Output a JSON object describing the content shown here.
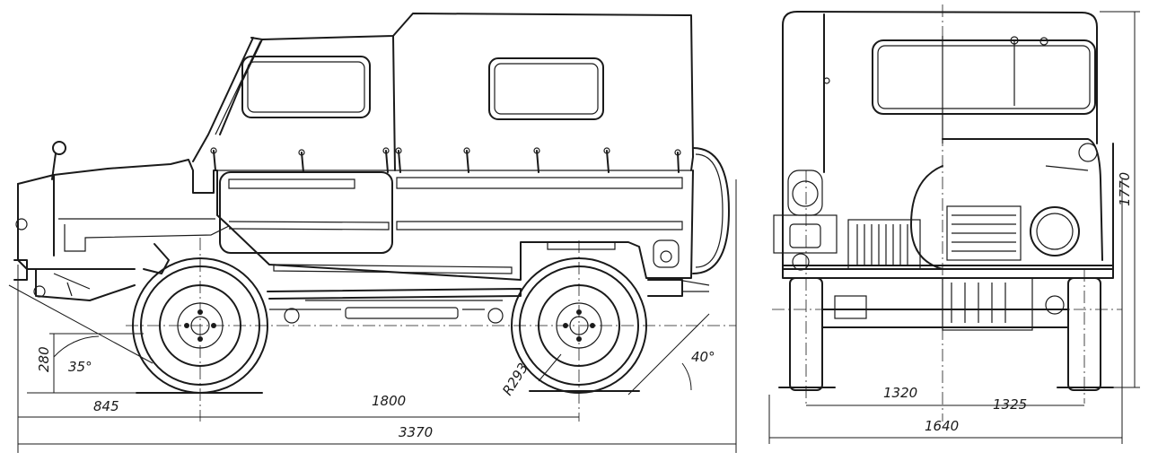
{
  "drawing": {
    "colors": {
      "ink": "#1a1a1a",
      "paper": "#ffffff"
    },
    "side_view": {
      "dimensions": {
        "front_overhang": "845",
        "wheelbase": "1800",
        "overall_length": "3370",
        "ground_clearance": "280",
        "approach_angle": "35°",
        "departure_angle": "40°",
        "wheel_radius": "R293"
      }
    },
    "rear_view": {
      "dimensions": {
        "left_half_track": "1320",
        "right_half_track": "1325",
        "track_width": "1640",
        "overall_height": "1770"
      }
    }
  }
}
